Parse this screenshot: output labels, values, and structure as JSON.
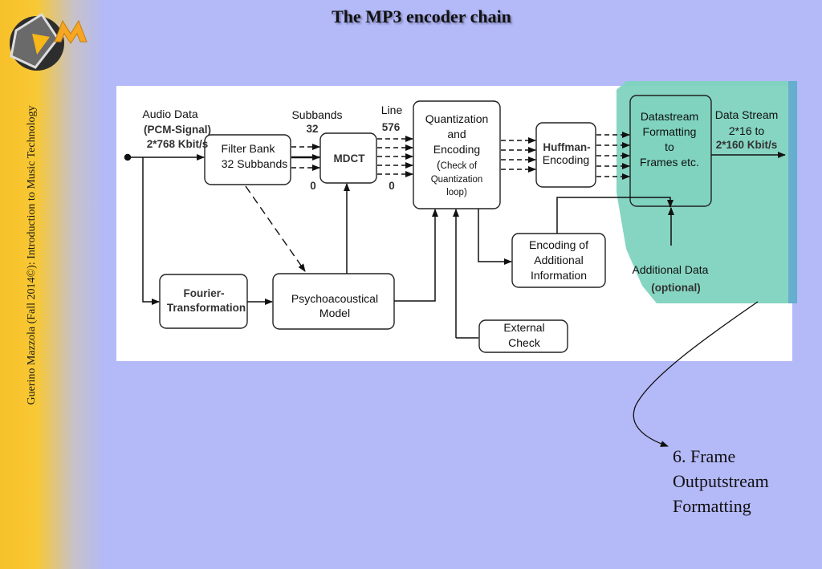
{
  "slide": {
    "title": "The MP3 encoder chain",
    "sidebar_text": "Guerino Mazzola (Fall 2014©): Introduction to Music Technology",
    "logo": "M-logo"
  },
  "diagram": {
    "audio_label": "Audio Data",
    "pcm_label": "(PCM-Signal)",
    "pcm_rate": "2*768 Kbit/s",
    "subbands_label": "Subbands",
    "subbands_count": "32",
    "subbands_zero": "0",
    "line_label": "Line",
    "line_count": "576",
    "line_zero": "0",
    "filter_bank": [
      "Filter Bank",
      "32 Subbands"
    ],
    "mdct": "MDCT",
    "quant": [
      "Quantization",
      "and",
      "Encoding"
    ],
    "quant_sub_1": "Check of",
    "quant_sub_2": "Quantization",
    "quant_sub_3": "loop)",
    "huffman": [
      "Huffman-",
      "Encoding"
    ],
    "datastream": [
      "Datastream",
      "Formatting",
      "to",
      "Frames etc."
    ],
    "output_label": [
      "Data Stream",
      "2*16 to"
    ],
    "output_rate": "2*160 Kbit/s",
    "enc_additional": [
      "Encoding of",
      "Additional",
      "Information"
    ],
    "additional_data": "Additional Data",
    "optional": "(optional)",
    "fourier": [
      "Fourier-",
      "Transformation"
    ],
    "psycho": [
      "Psychoacoustical",
      "Model"
    ],
    "external": [
      "External",
      "Check"
    ],
    "highlight_color": "#7fd3bf"
  },
  "callout": {
    "number": "6.",
    "lines": [
      "Frame",
      "Outputstream",
      "Formatting"
    ]
  }
}
